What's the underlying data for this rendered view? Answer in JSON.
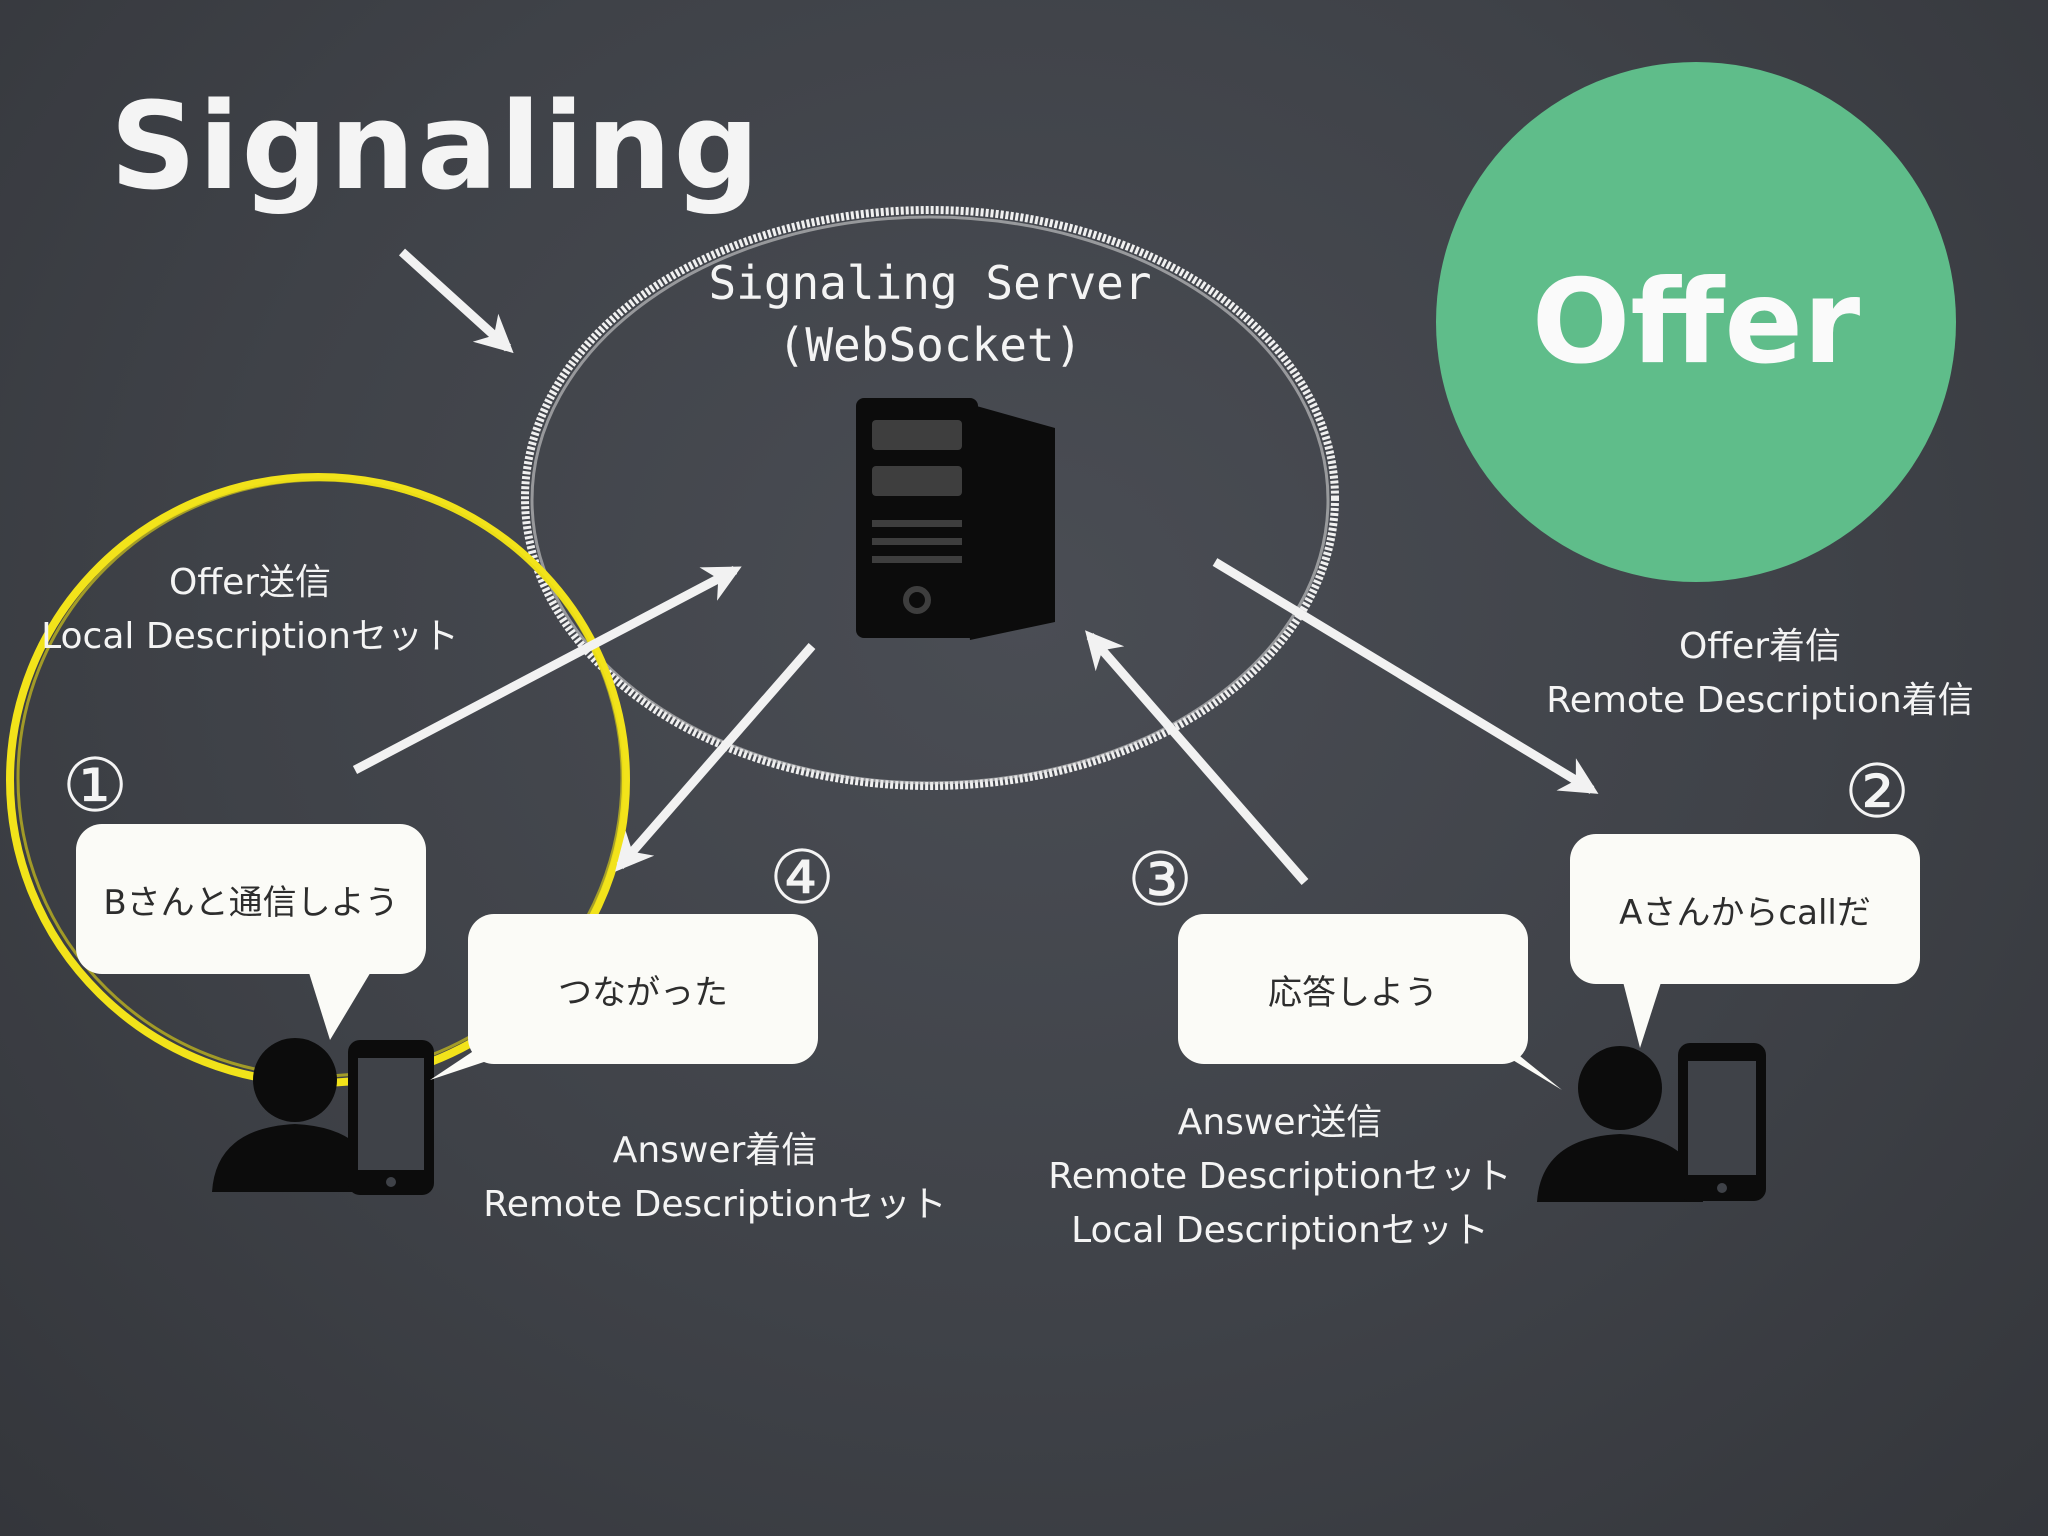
{
  "title": "Signaling",
  "server": {
    "line1": "Signaling Server",
    "line2": "(WebSocket)"
  },
  "badge": "Offer",
  "steps": [
    "①",
    "②",
    "③",
    "④"
  ],
  "labels": {
    "offer_send": [
      "Offer送信",
      "Local Descriptionセット"
    ],
    "offer_receive": [
      "Offer着信",
      "Remote Description着信"
    ],
    "answer_receive": [
      "Answer着信",
      "Remote Descriptionセット"
    ],
    "answer_send": [
      "Answer送信",
      "Remote Descriptionセット",
      "Local Descriptionセット"
    ]
  },
  "bubbles": {
    "call_b": "Bさんと通信しよう",
    "connected": "つながった",
    "respond": "応答しよう",
    "call_from_a": "Aさんからcallだ"
  },
  "colors": {
    "board": "#3f4248",
    "chalk": "#f2f2f2",
    "highlight": "#f2e31a",
    "badge": "#5fbd8a",
    "bubble": "#fbfbf7"
  },
  "icons": [
    "server-icon",
    "user-left-icon",
    "phone-left-icon",
    "user-right-icon",
    "phone-right-icon"
  ]
}
